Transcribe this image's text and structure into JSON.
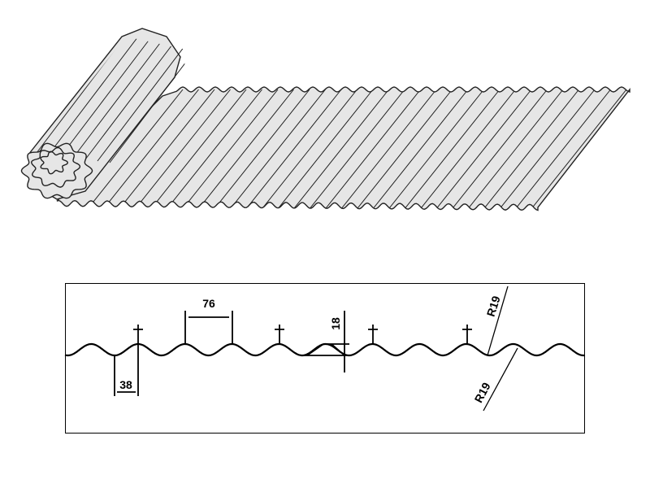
{
  "colors": {
    "sheet_fill": "#e6e6e6",
    "line": "#222222",
    "frame": "#000000"
  },
  "profile": {
    "pitch_label": "76",
    "half_pitch_label": "38",
    "height_label": "18",
    "radius_top_label": "R19",
    "radius_bottom_label": "R19"
  }
}
